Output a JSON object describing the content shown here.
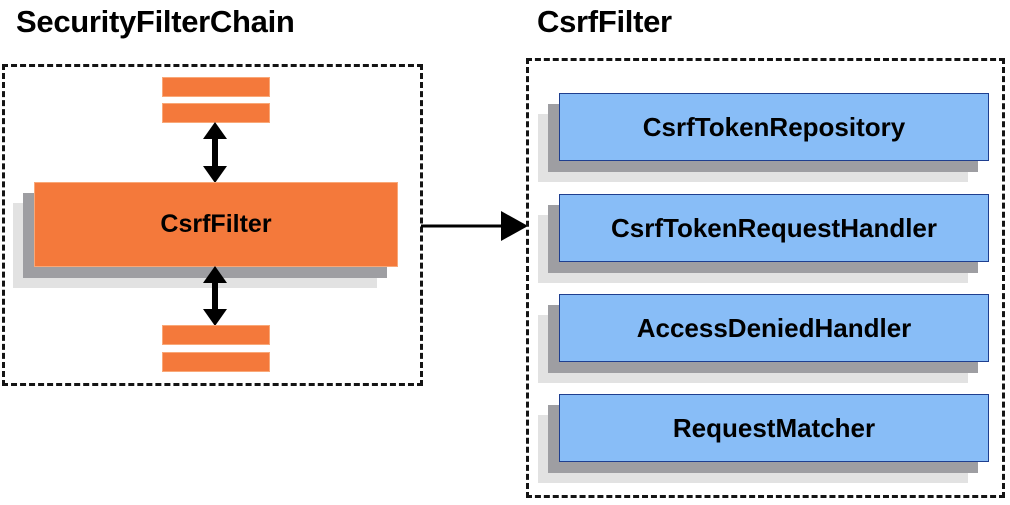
{
  "diagram": {
    "title_left": "SecurityFilterChain",
    "title_right": "CsrfFilter",
    "colors": {
      "orange_fill": "#f4793b",
      "orange_border": "#f9a878",
      "blue_fill": "#88bdf7",
      "blue_border": "#1f3f8f",
      "shadow_mid": "#9e9ea2",
      "shadow_back": "#e2e2e2",
      "outline": "#141414",
      "arrow": "#000000"
    }
  },
  "left_panel": {
    "container_label": "SecurityFilterChain",
    "filter_box_label": "CsrfFilter",
    "unlabeled_bars_above": 2,
    "unlabeled_bars_below": 2,
    "arrow_above_label": "",
    "arrow_below_label": ""
  },
  "right_panel": {
    "container_label": "CsrfFilter",
    "collaborators": [
      {
        "label": "CsrfTokenRepository"
      },
      {
        "label": "CsrfTokenRequestHandler"
      },
      {
        "label": "AccessDeniedHandler"
      },
      {
        "label": "RequestMatcher"
      }
    ]
  },
  "connector": {
    "label": "",
    "from": "CsrfFilter",
    "to": "CsrfFilter collaborators"
  }
}
